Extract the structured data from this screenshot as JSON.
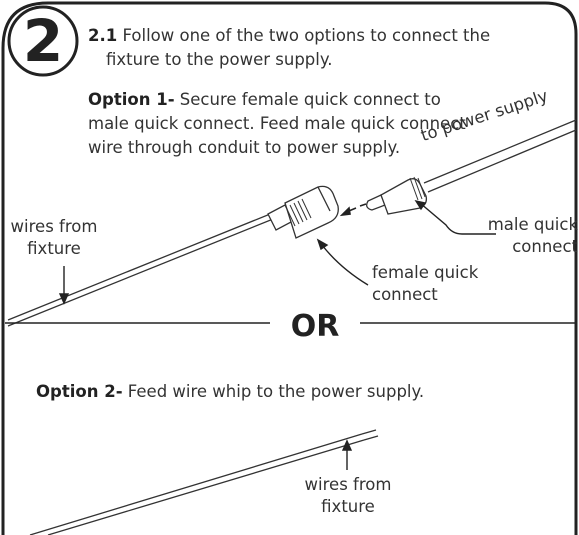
{
  "step": {
    "number": "2"
  },
  "intro": {
    "number": "2.1",
    "line1": "Follow one of the two options to connect the",
    "line2": "fixture to the power supply."
  },
  "option1": {
    "title": "Option 1-",
    "line1": "Secure female quick connect to",
    "line2": "male quick connect. Feed male quick connect",
    "line3": "wire through conduit to power supply."
  },
  "labels": {
    "to_power_supply": "to power supply",
    "wires_from_1": "wires from",
    "fixture_1": "fixture",
    "male_1": "male quick",
    "male_2": "connect",
    "female_1": "female quick",
    "female_2": "connect",
    "or": "OR",
    "wires_from_2": "wires from",
    "fixture_2": "fixture"
  },
  "option2": {
    "title": "Option 2-",
    "text": "Feed wire whip to the power supply."
  }
}
